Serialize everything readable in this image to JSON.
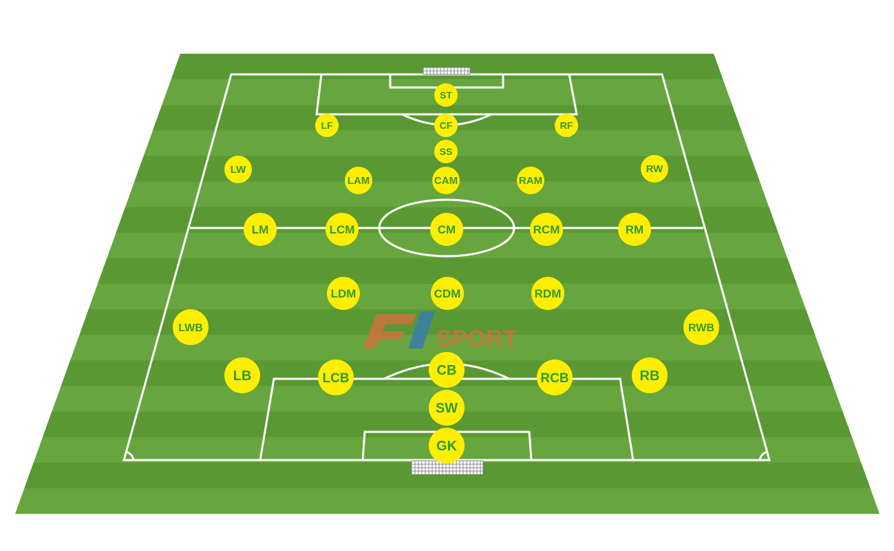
{
  "colors": {
    "grass_light": "#67a63e",
    "grass_dark": "#5a9834",
    "lines": "#ffffff",
    "marker_fill": "#ffee00",
    "marker_text": "#2f9a3a",
    "logo_orange": "#c8743c",
    "logo_blue": "#3b7fa6"
  },
  "logo": {
    "brand": "F1",
    "sport": "SPORT"
  },
  "positions": [
    {
      "code": "ST"
    },
    {
      "code": "LF"
    },
    {
      "code": "CF"
    },
    {
      "code": "RF"
    },
    {
      "code": "SS"
    },
    {
      "code": "LW"
    },
    {
      "code": "LAM"
    },
    {
      "code": "CAM"
    },
    {
      "code": "RAM"
    },
    {
      "code": "RW"
    },
    {
      "code": "LM"
    },
    {
      "code": "LCM"
    },
    {
      "code": "CM"
    },
    {
      "code": "RCM"
    },
    {
      "code": "RM"
    },
    {
      "code": "LDM"
    },
    {
      "code": "CDM"
    },
    {
      "code": "RDM"
    },
    {
      "code": "LWB"
    },
    {
      "code": "RWB"
    },
    {
      "code": "LB"
    },
    {
      "code": "LCB"
    },
    {
      "code": "CB"
    },
    {
      "code": "RCB"
    },
    {
      "code": "RB"
    },
    {
      "code": "SW"
    },
    {
      "code": "GK"
    }
  ]
}
